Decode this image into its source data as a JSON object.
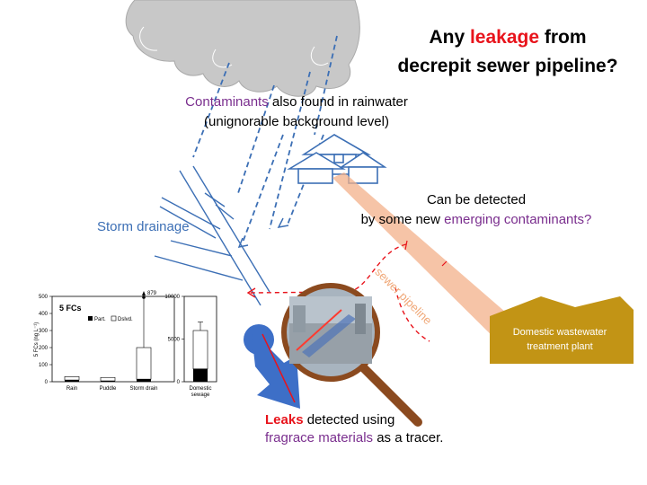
{
  "title": {
    "prefix": "Any ",
    "highlight": "leakage",
    "suffix": " from",
    "line2": "decrepit sewer pipeline?"
  },
  "contaminants": {
    "highlight": "Contaminants",
    "rest": " also found in rainwater",
    "line2": "(unignorable background level)"
  },
  "storm_drainage": "Storm drainage",
  "detect": {
    "line1": "Can be detected",
    "line2_prefix": "by some new ",
    "line2_highlight": "emerging contaminants?"
  },
  "sewer_pipeline": "sewer pipeline",
  "plant": {
    "line1": "Domestic wastewater",
    "line2": "treatment plant"
  },
  "leaks": {
    "highlight_red": "Leaks",
    "text1": " detected using",
    "highlight_purple": "fragrace materials",
    "text2": " as a tracer."
  },
  "colors": {
    "red": "#e8131b",
    "purple": "#7a2e8e",
    "blue": "#3c6fb5",
    "plant": "#c29415",
    "sewer": "#f3b08a"
  },
  "chart_data": [
    {
      "type": "bar",
      "title": "5 FCs",
      "ylabel": "5 FCs (ng L⁻¹)",
      "ylim": [
        0,
        500
      ],
      "yticks": [
        "0",
        "100",
        "200",
        "300",
        "400",
        "500"
      ],
      "categories": [
        "Rain",
        "Puddle",
        "Storm drain"
      ],
      "legend": [
        "Part.",
        "Dslvd."
      ],
      "series": [
        {
          "name": "Part.",
          "values": [
            10,
            5,
            15
          ]
        },
        {
          "name": "Dslvd.",
          "values": [
            20,
            20,
            185
          ]
        }
      ],
      "outlier_label": "879"
    },
    {
      "type": "bar",
      "ylim": [
        0,
        10000
      ],
      "yticks": [
        "0",
        "5000",
        "10000"
      ],
      "categories": [
        "Domestic sewage"
      ],
      "series": [
        {
          "name": "Part.",
          "values": [
            1500
          ]
        },
        {
          "name": "Dslvd.",
          "values": [
            4500
          ]
        }
      ]
    }
  ]
}
